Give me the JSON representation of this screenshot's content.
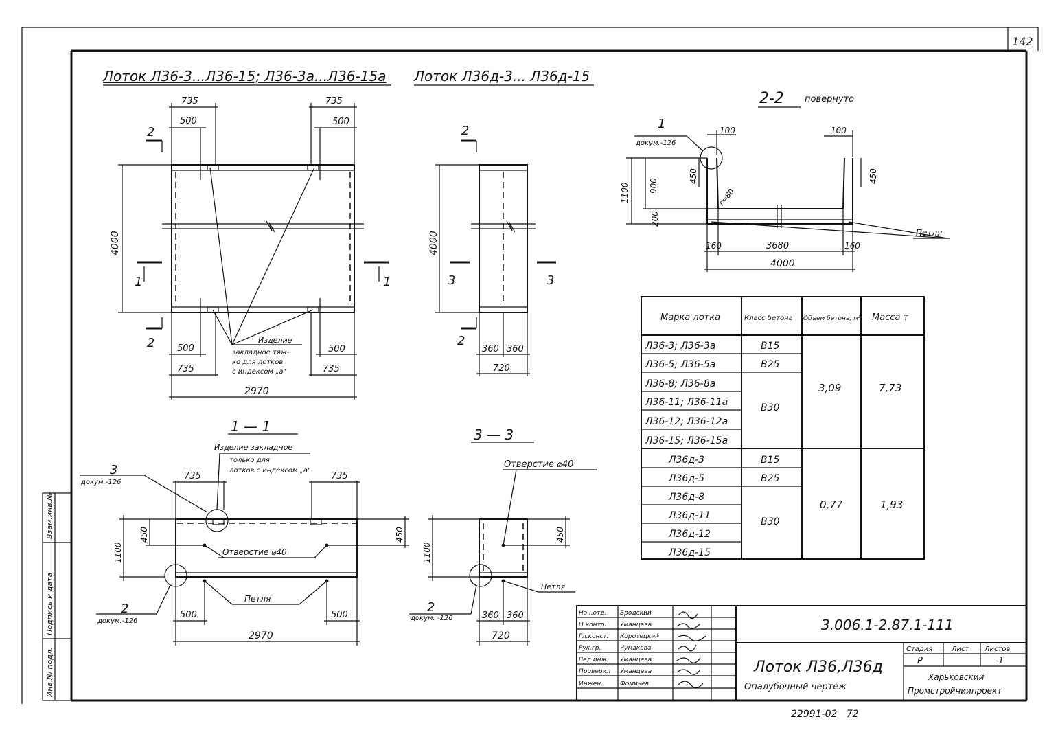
{
  "sheet_number": "142",
  "titles": {
    "main_left": "Лоток Л36-3...Л36-15; Л36-3а...Л36-15а",
    "main_mid": "Лоток Л36д-3... Л36д-15",
    "section_22": "2-2",
    "section_22_note": "повернуто",
    "section_11": "1 — 1",
    "section_33": "3 — 3"
  },
  "plan_left": {
    "dim_735": "735",
    "dim_500": "500",
    "dim_4000": "4000",
    "dim_2970": "2970",
    "mark_1": "1",
    "mark_2": "2",
    "note_1": "Изделие",
    "note_2": "закладное тяж-",
    "note_3": "ко для лотков",
    "note_4": "с индексом „а\""
  },
  "plan_mid": {
    "dim_4000": "4000",
    "dim_360": "360",
    "dim_720": "720",
    "mark_2": "2",
    "mark_3": "3"
  },
  "section_22": {
    "callout_num": "1",
    "callout_doc": "докум.-126",
    "dim_100": "100",
    "dim_450": "450",
    "dim_900": "900",
    "dim_1100": "1100",
    "dim_200": "200",
    "dim_160": "160",
    "dim_3680": "3680",
    "dim_4000": "4000",
    "r80": "r=80",
    "loop": "Петля"
  },
  "section_11": {
    "callout3_num": "3",
    "callout3_doc": "докум.-126",
    "callout2_num": "2",
    "callout2_doc": "докум.-126",
    "note_1": "Изделие закладное",
    "note_2": "только для",
    "note_3": "лотков с индексом „а\"",
    "dim_735": "735",
    "dim_500": "500",
    "dim_2970": "2970",
    "dim_450": "450",
    "dim_1100": "1100",
    "hole": "Отверстие ⌀40",
    "loop": "Петля"
  },
  "section_33": {
    "hole": "Отверстие ⌀40",
    "loop": "Петля",
    "callout2_num": "2",
    "callout2_doc": "докум. -126",
    "dim_1100": "1100",
    "dim_450": "450",
    "dim_360": "360",
    "dim_720": "720"
  },
  "spec_table": {
    "headers": [
      "Марка лотка",
      "Класс бетона",
      "Объем бетона, м³",
      "Масса т"
    ],
    "rows": [
      {
        "mark": "Л36-3; Л36-3а",
        "class": "В15"
      },
      {
        "mark": "Л36-5; Л36-5а",
        "class": "В25"
      },
      {
        "mark": "Л36-8; Л36-8а",
        "class": ""
      },
      {
        "mark": "Л36-11; Л36-11а",
        "class": ""
      },
      {
        "mark": "Л36-12; Л36-12а",
        "class": ""
      },
      {
        "mark": "Л36-15; Л36-15а",
        "class": ""
      },
      {
        "mark": "Л36д-3",
        "class": "В15"
      },
      {
        "mark": "Л36д-5",
        "class": "В25"
      },
      {
        "mark": "Л36д-8",
        "class": ""
      },
      {
        "mark": "Л36д-11",
        "class": ""
      },
      {
        "mark": "Л36д-12",
        "class": ""
      },
      {
        "mark": "Л36д-15",
        "class": ""
      }
    ],
    "b30_label": "В30",
    "group1": {
      "volume": "3,09",
      "mass": "7,73"
    },
    "group2": {
      "volume": "0,77",
      "mass": "1,93"
    }
  },
  "side_stamp": [
    "Инв.№ подл.",
    "Подпись и дата",
    "Взам.инв.№"
  ],
  "title_block": {
    "roles": [
      "Нач.отд.",
      "Н.контр.",
      "Гл.конст.",
      "Рук.гр.",
      "Вед.инж.",
      "Проверил",
      "Инжен."
    ],
    "names": [
      "Бродский",
      "Уманцева",
      "Коротецкий",
      "Чумакова",
      "Уманцева",
      "Уманцева",
      "Фомичев"
    ],
    "doc_code": "3.006.1-2.87.1-111",
    "title_1": "Лоток Л36,Л36д",
    "title_2": "Опалубочный чертеж",
    "stage_header": "Стадия",
    "sheet_header": "Лист",
    "sheets_header": "Листов",
    "stage": "Р",
    "sheets": "1",
    "org_1": "Харьковский",
    "org_2": "Промстройниипроект"
  },
  "footer_code": "22991-02   72"
}
